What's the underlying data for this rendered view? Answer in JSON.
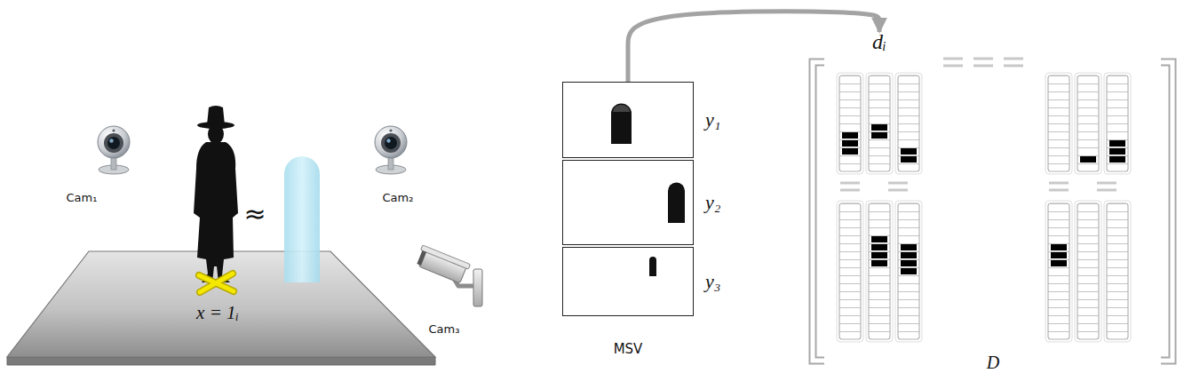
{
  "diagram": {
    "nodes": [
      {
        "text": [
          "MSV"
        ]
      },
      {
        "text": [
          "y₁"
        ],
        "in": 0
      },
      {
        "text": [
          "y₂"
        ],
        "in": 0
      },
      {
        "text": [
          "y₃"
        ],
        "in": 0
      },
      {
        "text": [
          "D"
        ]
      },
      {
        "text": [
          "dᵢ"
        ],
        "in": 4
      }
    ],
    "edges": [
      {
        "from": 0,
        "to": 5,
        "arrow": "to"
      }
    ],
    "labels": [
      "Cam₁",
      "≈",
      "x = 1ᵢ",
      "Cam₂",
      "Cam₃"
    ]
  }
}
